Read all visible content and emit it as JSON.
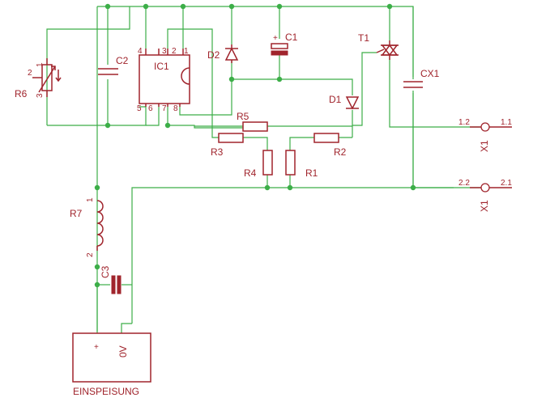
{
  "labels": {
    "r6": "R6",
    "r6_pin1": "1",
    "r6_pin2": "2",
    "r6_pin3": "3",
    "c2": "C2",
    "ic1": "IC1",
    "ic_pin4": "4",
    "ic_pin3": "3",
    "ic_pin2": "2",
    "ic_pin1": "1",
    "ic_pin5": "5",
    "ic_pin6": "6",
    "ic_pin7": "7",
    "ic_pin8": "8",
    "d2": "D2",
    "c1": "C1",
    "c1_plus": "+",
    "t1": "T1",
    "cx1": "CX1",
    "d1": "D1",
    "r5": "R5",
    "r3": "R3",
    "r2": "R2",
    "r4": "R4",
    "r1": "R1",
    "x1_pin12": "1.2",
    "x1_pin11": "1.1",
    "x1_a": "X1",
    "x1_pin22": "2.2",
    "x1_pin21": "2.1",
    "x1_b": "X1",
    "r7": "R7",
    "r7_pin1": "1",
    "r7_pin2": "2",
    "c3": "C3",
    "supply_plus": "+",
    "supply_0v": "0V",
    "supply_name": "EINSPEISUNG"
  }
}
